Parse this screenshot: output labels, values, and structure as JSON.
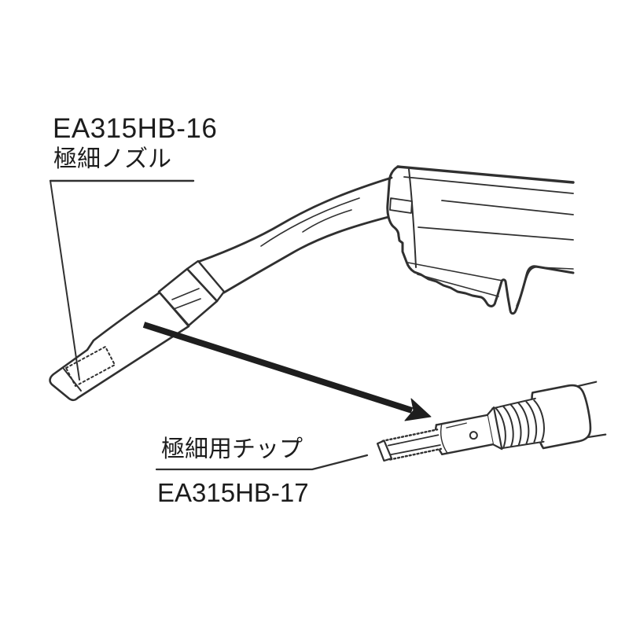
{
  "diagram": {
    "background_color": "#ffffff",
    "line_color": "#303030",
    "text_color": "#1c1c1c",
    "nozzle_label": {
      "code": "EA315HB-16",
      "name": "極細ノズル"
    },
    "tip_label": {
      "name": "極細用チップ",
      "code": "EA315HB-17"
    }
  }
}
